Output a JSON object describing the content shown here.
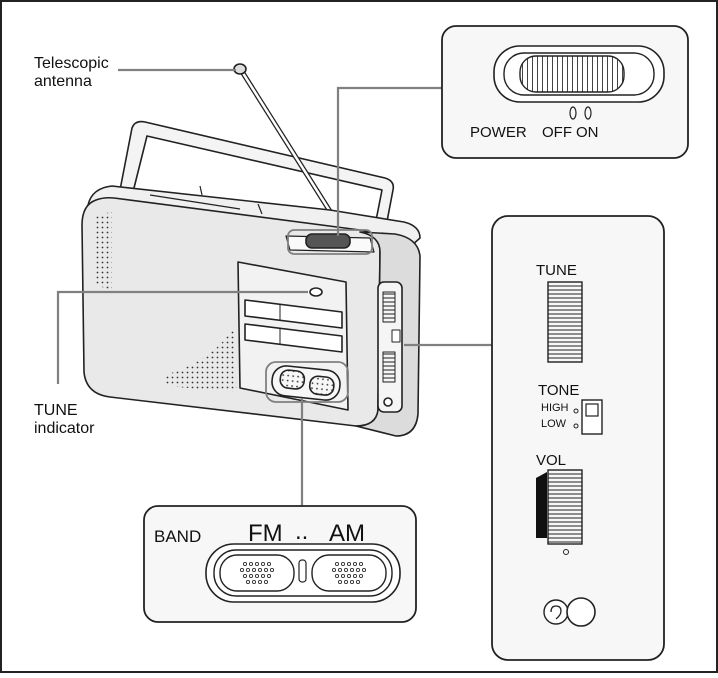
{
  "callouts": {
    "antenna_line1": "Telescopic",
    "antenna_line2": "antenna",
    "tune_indicator_line1": "TUNE",
    "tune_indicator_line2": "indicator"
  },
  "power_panel": {
    "label": "POWER",
    "off": "OFF",
    "on": "ON"
  },
  "side_panel": {
    "tune": "TUNE",
    "tone": "TONE",
    "high": "HIGH",
    "low": "LOW",
    "vol": "VOL"
  },
  "band_panel": {
    "label": "BAND",
    "fm": "FM",
    "am": "AM",
    "dots": ".."
  },
  "colors": {
    "line": "#222222",
    "callout_line": "#808080",
    "radio_fill": "#eeeeee",
    "panel_fill": "#f7f7f7"
  }
}
